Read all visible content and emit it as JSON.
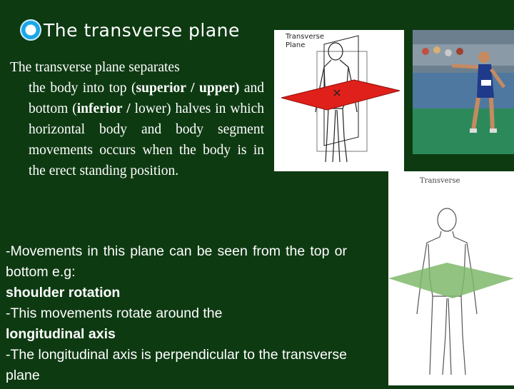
{
  "title": "The transverse plane",
  "paragraph1": {
    "line1": "The transverse plane separates",
    "t1": "the body into top (",
    "b1": "superior /",
    "b2": "upper)",
    "t2": " and bottom (",
    "b3": "inferior /",
    "t3": "lower) halves in which horizontal body and body segment movements occurs when the body is in the erect standing position."
  },
  "paragraph2": {
    "line1": "-Movements in this plane can be seen from the top or bottom e.g:",
    "bold1": "shoulder rotation",
    "line3": "-This movements rotate around the",
    "bold2": "longitudinal axis",
    "line5": "-The longitudinal axis is perpendicular to the transverse plane"
  },
  "image1": {
    "label_line1": "Transverse",
    "label_line2": "Plane"
  },
  "image3": {
    "label": "Transverse"
  },
  "colors": {
    "background": "#0e3a12",
    "plane_red": "#e0201a",
    "plane_green": "#7fb86a"
  },
  "icons": {
    "bullet": "circle-bullet-icon"
  }
}
